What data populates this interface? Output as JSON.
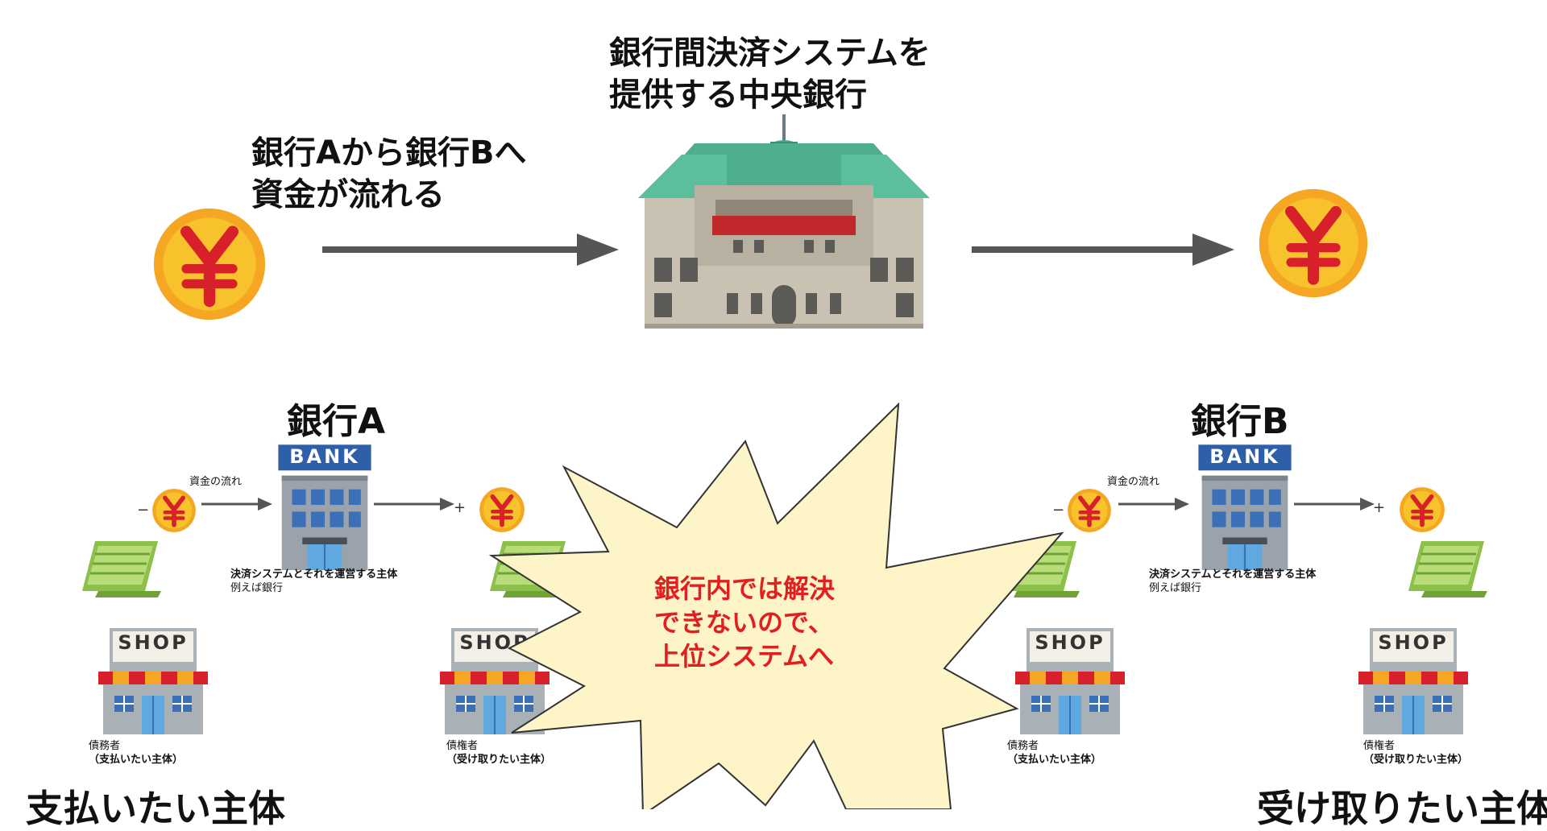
{
  "central": {
    "title_line1": "銀行間決済システムを",
    "title_line2": "提供する中央銀行"
  },
  "flow": {
    "label_line1": "銀行Aから銀行Bへ",
    "label_line2": "資金が流れる"
  },
  "coin_symbol": "¥",
  "bank_sign": "BANK",
  "shop_sign": "SHOP",
  "bank_a": {
    "title": "銀行A",
    "flow_label": "資金の流れ",
    "minus": "−",
    "plus": "+",
    "system_label": "決済システムとそれを運営する主体",
    "system_sub": "例えば銀行",
    "debtor_line1": "債務者",
    "debtor_line2": "（支払いたい主体）",
    "creditor_line1": "債権者",
    "creditor_line2": "（受け取りたい主体）"
  },
  "bank_b": {
    "title": "銀行B",
    "flow_label": "資金の流れ",
    "minus": "−",
    "plus": "+",
    "system_label": "決済システムとそれを運営する主体",
    "system_sub": "例えば銀行",
    "debtor_line1": "債務者",
    "debtor_line2": "（支払いたい主体）",
    "creditor_line1": "債権者",
    "creditor_line2": "（受け取りたい主体）"
  },
  "burst": {
    "line1": "銀行内では解決",
    "line2": "できないので、",
    "line3": "上位システムへ"
  },
  "bottom": {
    "left": "支払いたい主体",
    "right": "受け取りたい主体"
  },
  "colors": {
    "coin_outer": "#f5a623",
    "coin_inner": "#f7c22b",
    "yen_red": "#d8202a",
    "arrow": "#555555",
    "bank_blue": "#2f5fa8",
    "roof_green": "#4fae8e",
    "burst_fill": "#fdf4c8",
    "burst_text": "#e02020",
    "money_green": "#9ccc55",
    "awning_red": "#d8202a",
    "awning_orange": "#f5a623"
  }
}
